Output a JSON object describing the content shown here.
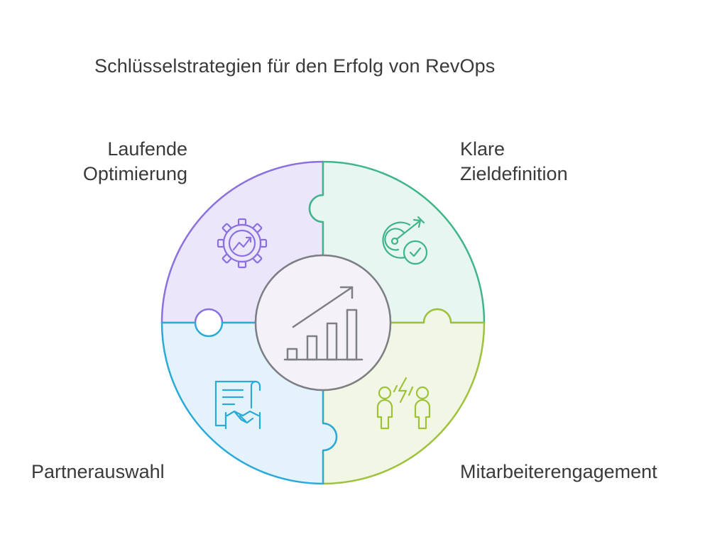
{
  "title": "Schlüsselstrategien für den Erfolg von RevOps",
  "segments": {
    "top_left": {
      "label_lines": [
        "Laufende",
        "Optimierung"
      ],
      "icon": "gear-chart-icon",
      "fill": "#ece6fb",
      "stroke": "#8b70e0"
    },
    "top_right": {
      "label_lines": [
        "Klare",
        "Zieldefinition"
      ],
      "icon": "target-check-icon",
      "fill": "#e8f6f1",
      "stroke": "#3fb58a"
    },
    "bottom_left": {
      "label_lines": [
        "Partnerauswahl"
      ],
      "icon": "contract-handshake-icon",
      "fill": "#e4f3fb",
      "stroke": "#2aaad9"
    },
    "bottom_right": {
      "label_lines": [
        "Mitarbeiterengagement"
      ],
      "icon": "people-energy-icon",
      "fill": "#f2f6e4",
      "stroke": "#9ec23a"
    }
  },
  "center": {
    "icon": "growth-bar-chart-icon",
    "fill": "#f4f2f6",
    "stroke": "#7e7e86"
  }
}
